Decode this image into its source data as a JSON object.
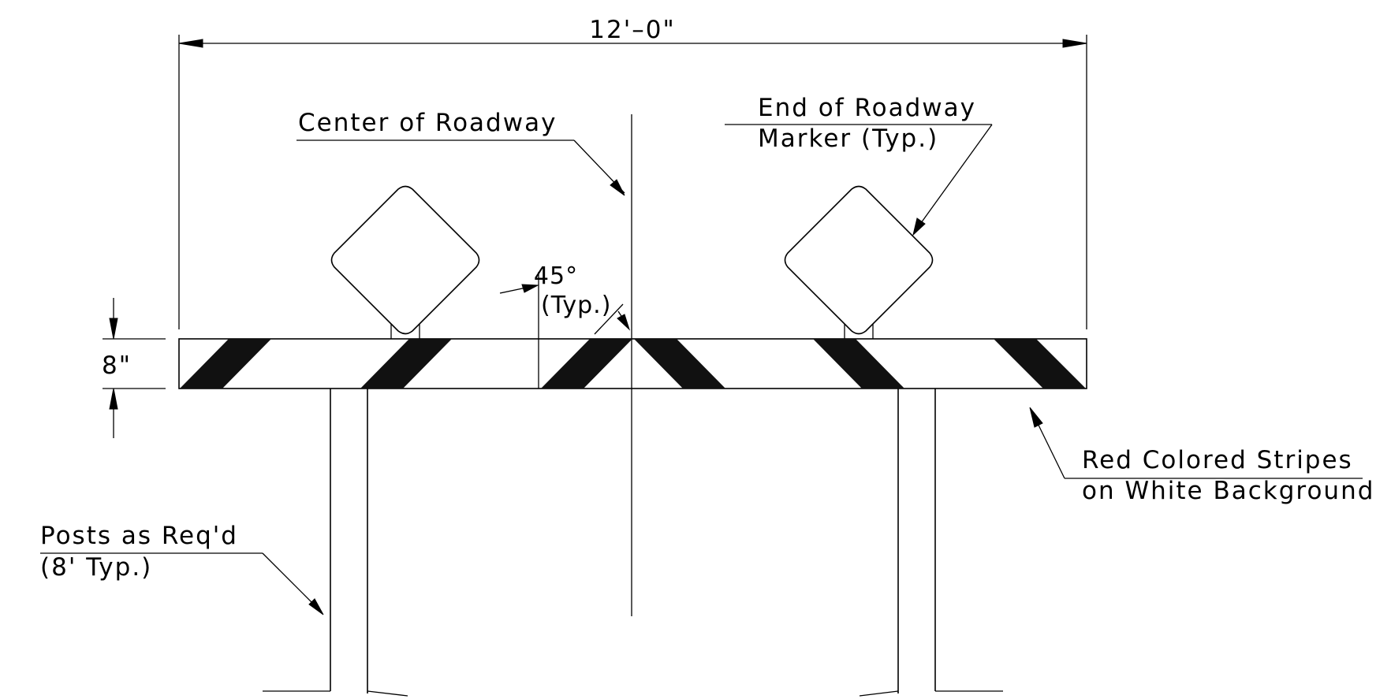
{
  "labels": {
    "overall_width": "12'–0\"",
    "center_of_roadway": "Center of Roadway",
    "end_marker_line1": "End of Roadway",
    "end_marker_line2": "Marker (Typ.)",
    "angle_line1": "45°",
    "angle_line2": "(Typ.)",
    "rail_height": "8\"",
    "stripes_line1": "Red Colored Stripes",
    "stripes_line2": "on White Background",
    "posts_line1": "Posts as Req'd",
    "posts_line2": "(8' Typ.)"
  },
  "colors": {
    "line": "#000000",
    "stripe": "#111111",
    "background": "#ffffff"
  }
}
